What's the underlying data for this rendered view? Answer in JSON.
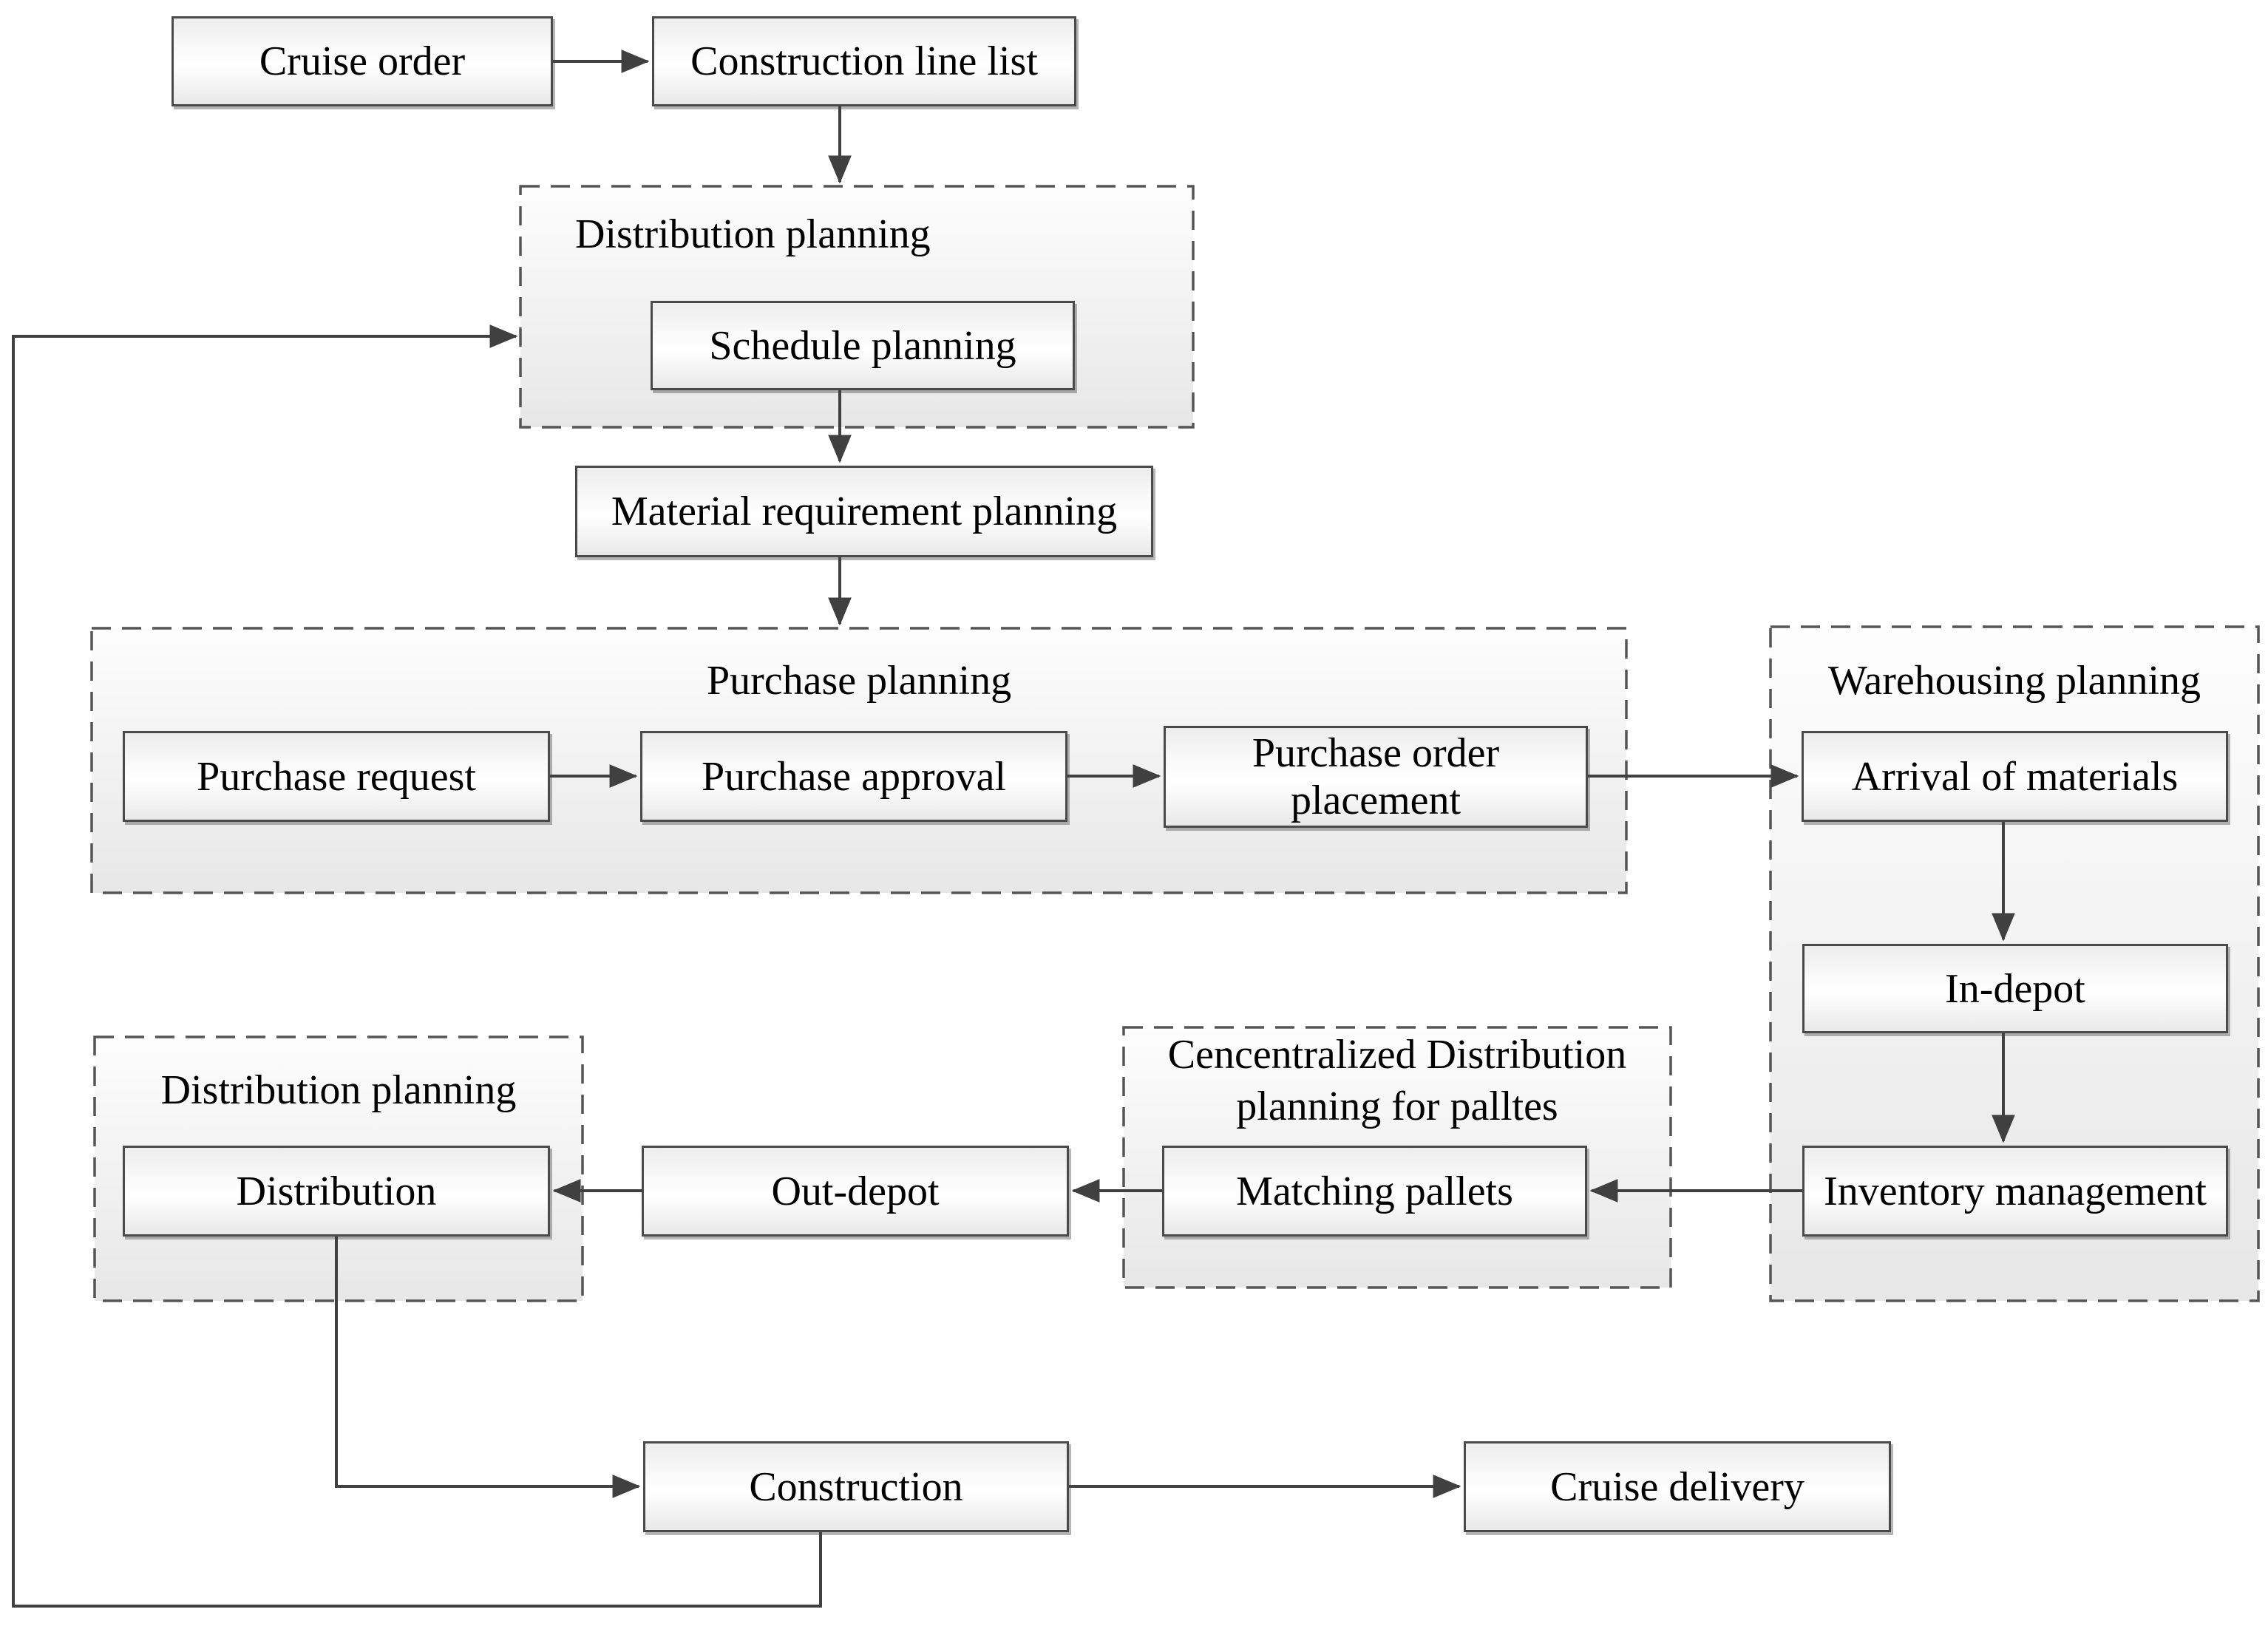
{
  "diagram": {
    "title_hint": "Cruise construction logistics flowchart",
    "nodes": {
      "cruise_order": {
        "label": "Cruise order"
      },
      "construction_line_list": {
        "label": "Construction line list"
      },
      "schedule_planning": {
        "label": "Schedule planning"
      },
      "material_requirement_planning": {
        "label": "Material requirement planning"
      },
      "purchase_request": {
        "label": "Purchase request"
      },
      "purchase_approval": {
        "label": "Purchase approval"
      },
      "purchase_order_placement": {
        "line1": "Purchase order",
        "line2": "placement"
      },
      "arrival_of_materials": {
        "label": "Arrival of materials"
      },
      "in_depot": {
        "label": "In-depot"
      },
      "inventory_management": {
        "label": "Inventory management"
      },
      "matching_pallets": {
        "label": "Matching pallets"
      },
      "out_depot": {
        "label": "Out-depot"
      },
      "distribution": {
        "label": "Distribution"
      },
      "construction": {
        "label": "Construction"
      },
      "cruise_delivery": {
        "label": "Cruise delivery"
      }
    },
    "containers": {
      "distribution_planning_top": {
        "label": "Distribution planning"
      },
      "purchase_planning": {
        "label": "Purchase planning"
      },
      "warehousing_planning": {
        "label": "Warehousing planning"
      },
      "centralized_distribution_planning": {
        "line1": "Cencentralized Distribution",
        "line2": "planning for palltes"
      },
      "distribution_planning_left": {
        "label": "Distribution planning"
      }
    },
    "colors": {
      "connector": "#404040",
      "node_border": "#4a4a4a",
      "container_border": "#555555",
      "text": "#000000",
      "background": "#ffffff"
    }
  }
}
